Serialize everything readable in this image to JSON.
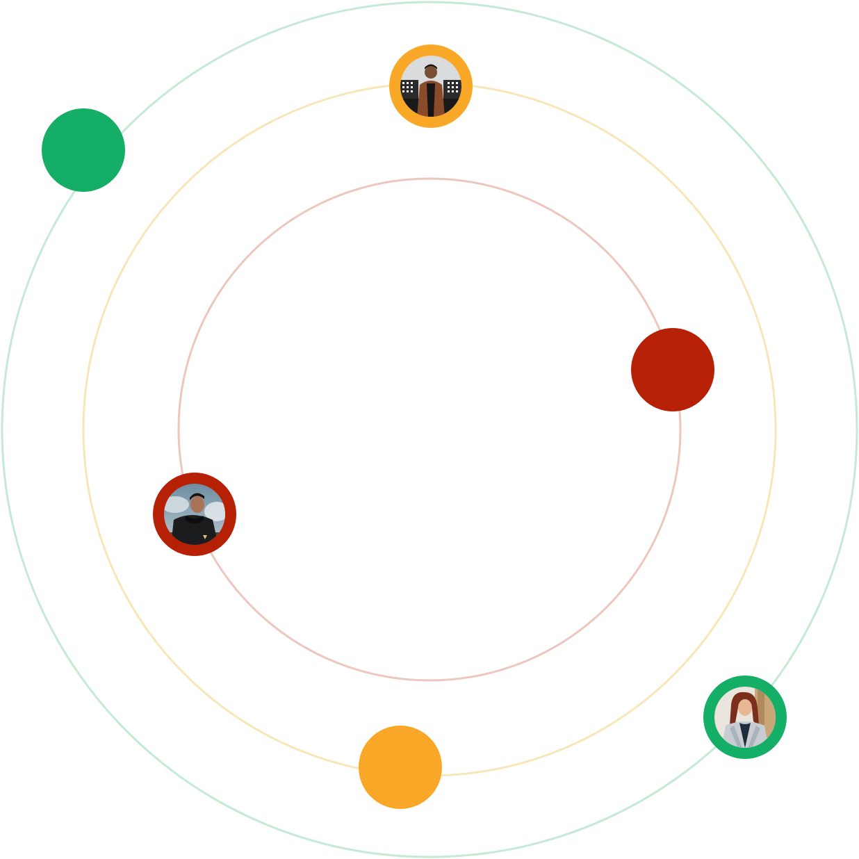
{
  "colors": {
    "green": "#14AE66",
    "orange": "#F9A727",
    "red": "#B62005",
    "ring_outer": "#C5EAD3",
    "ring_middle": "#F7E6B8",
    "ring_inner": "#EDC6BE"
  },
  "nodes": [
    {
      "id": "green-dot",
      "kind": "solid",
      "color_key": "green",
      "orbit": "outer"
    },
    {
      "id": "orange-avatar",
      "kind": "avatar",
      "color_key": "orange",
      "orbit": "middle",
      "icon": "person-avatar-man-jacket"
    },
    {
      "id": "red-dot",
      "kind": "solid",
      "color_key": "red",
      "orbit": "inner"
    },
    {
      "id": "red-avatar",
      "kind": "avatar",
      "color_key": "red",
      "orbit": "inner",
      "icon": "person-avatar-man-hoodie"
    },
    {
      "id": "orange-dot",
      "kind": "solid",
      "color_key": "orange",
      "orbit": "middle"
    },
    {
      "id": "green-avatar",
      "kind": "avatar",
      "color_key": "green",
      "orbit": "outer",
      "icon": "person-avatar-woman-blazer"
    }
  ]
}
